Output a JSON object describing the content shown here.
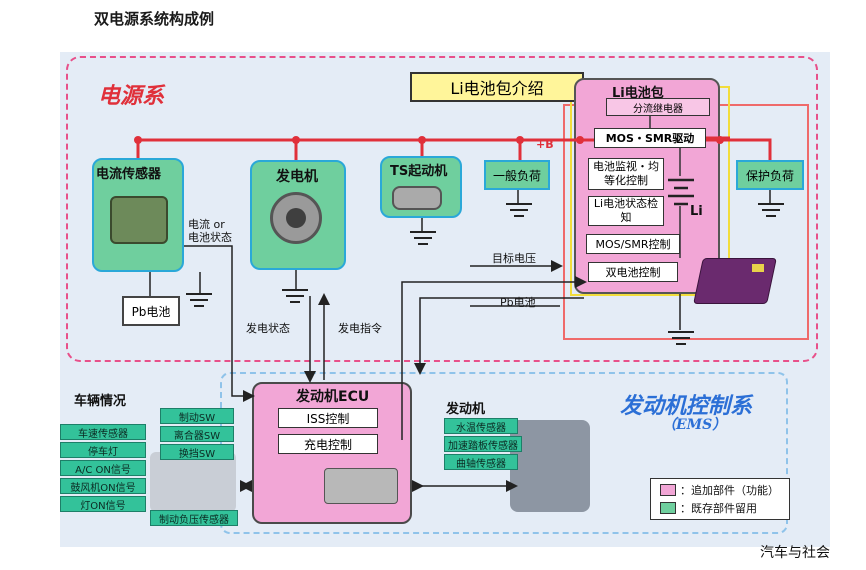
{
  "title": "双电源系统构成例",
  "power_system": {
    "label": "电源系",
    "li_intro": "Li电池包介绍",
    "li_pack": "Li电池包",
    "pack_items": [
      "分流继电器",
      "MOS・SMR驱动",
      "电池监视・均等化控制",
      "Li电池状态检知",
      "MOS/SMR控制",
      "双电池控制"
    ],
    "li_label": "Li",
    "plus_b": "+B",
    "current_sensor": "电流传感器",
    "generator": "发电机",
    "ts_starter": "TS起动机",
    "general_load": "一般负荷",
    "protect_load": "保护负荷",
    "pb_battery": "Pb电池",
    "signal_current": "电流 or\n电池状态",
    "target_voltage": "目标电压",
    "pb_voltage": "Pb电池",
    "gen_state": "发电状态",
    "gen_command": "发电指令"
  },
  "ems": {
    "label": "发动机控制系",
    "sub": "（EMS）",
    "ecu": "发动机ECU",
    "iss": "ISS控制",
    "charge": "充电控制"
  },
  "vehicle": {
    "label": "车辆情况",
    "left_tags": [
      "车速传感器",
      "停车灯",
      "A/C ON信号",
      "鼓风机ON信号",
      "灯ON信号"
    ],
    "right_tags": [
      "制动SW",
      "离合器SW",
      "换挡SW"
    ],
    "bottom_tag": "制动负压传感器"
  },
  "engine": {
    "label": "发动机",
    "tags": [
      "水温传感器",
      "加速踏板传感器",
      "曲轴传感器"
    ]
  },
  "legend": {
    "added": "：追加部件（功能）",
    "existing": "：既存部件留用"
  },
  "watermark": "汽车与社会",
  "colors": {
    "teal": "#6fcf9e",
    "pink": "#f2a6d6",
    "red_line": "#e0303a",
    "yellow": "#fff59a",
    "blue_dash": "#8fc3ea"
  }
}
